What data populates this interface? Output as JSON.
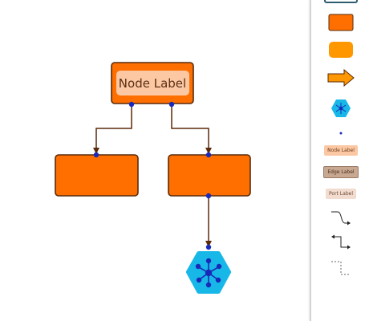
{
  "canvas": {
    "node_label": "Node Label"
  },
  "palette": {
    "items": [
      {
        "name": "rectangle-node",
        "kind": "rect-outline"
      },
      {
        "name": "orange-rectangle-node",
        "kind": "rect-orange"
      },
      {
        "name": "rounded-orange-node",
        "kind": "rounded-orange"
      },
      {
        "name": "arrow-node",
        "kind": "arrow"
      },
      {
        "name": "hexagon-network-node",
        "kind": "hexagon"
      },
      {
        "name": "port-dot",
        "kind": "dot"
      },
      {
        "name": "node-label-chip",
        "kind": "label",
        "label": "Node Label"
      },
      {
        "name": "edge-label-chip",
        "kind": "label",
        "label": "Edge Label"
      },
      {
        "name": "port-label-chip",
        "kind": "label",
        "label": "Port Label"
      },
      {
        "name": "curved-edge",
        "kind": "edge-curve"
      },
      {
        "name": "orthogonal-edge",
        "kind": "edge-ortho"
      },
      {
        "name": "dashed-edge",
        "kind": "edge-dashed"
      }
    ]
  },
  "colors": {
    "node_fill": "#fe6f00",
    "node_border": "#5a2a0a",
    "node_fill_light": "#ff9800",
    "label_fill": "#fcc8a4",
    "edge_label_fill": "#c8a890",
    "port_label_fill": "#f2dccf",
    "edge": "#5a2a0a",
    "port": "#1a2ab8",
    "hexagon": "#17b8e8",
    "hexagon_icon": "#1a2ab8"
  }
}
